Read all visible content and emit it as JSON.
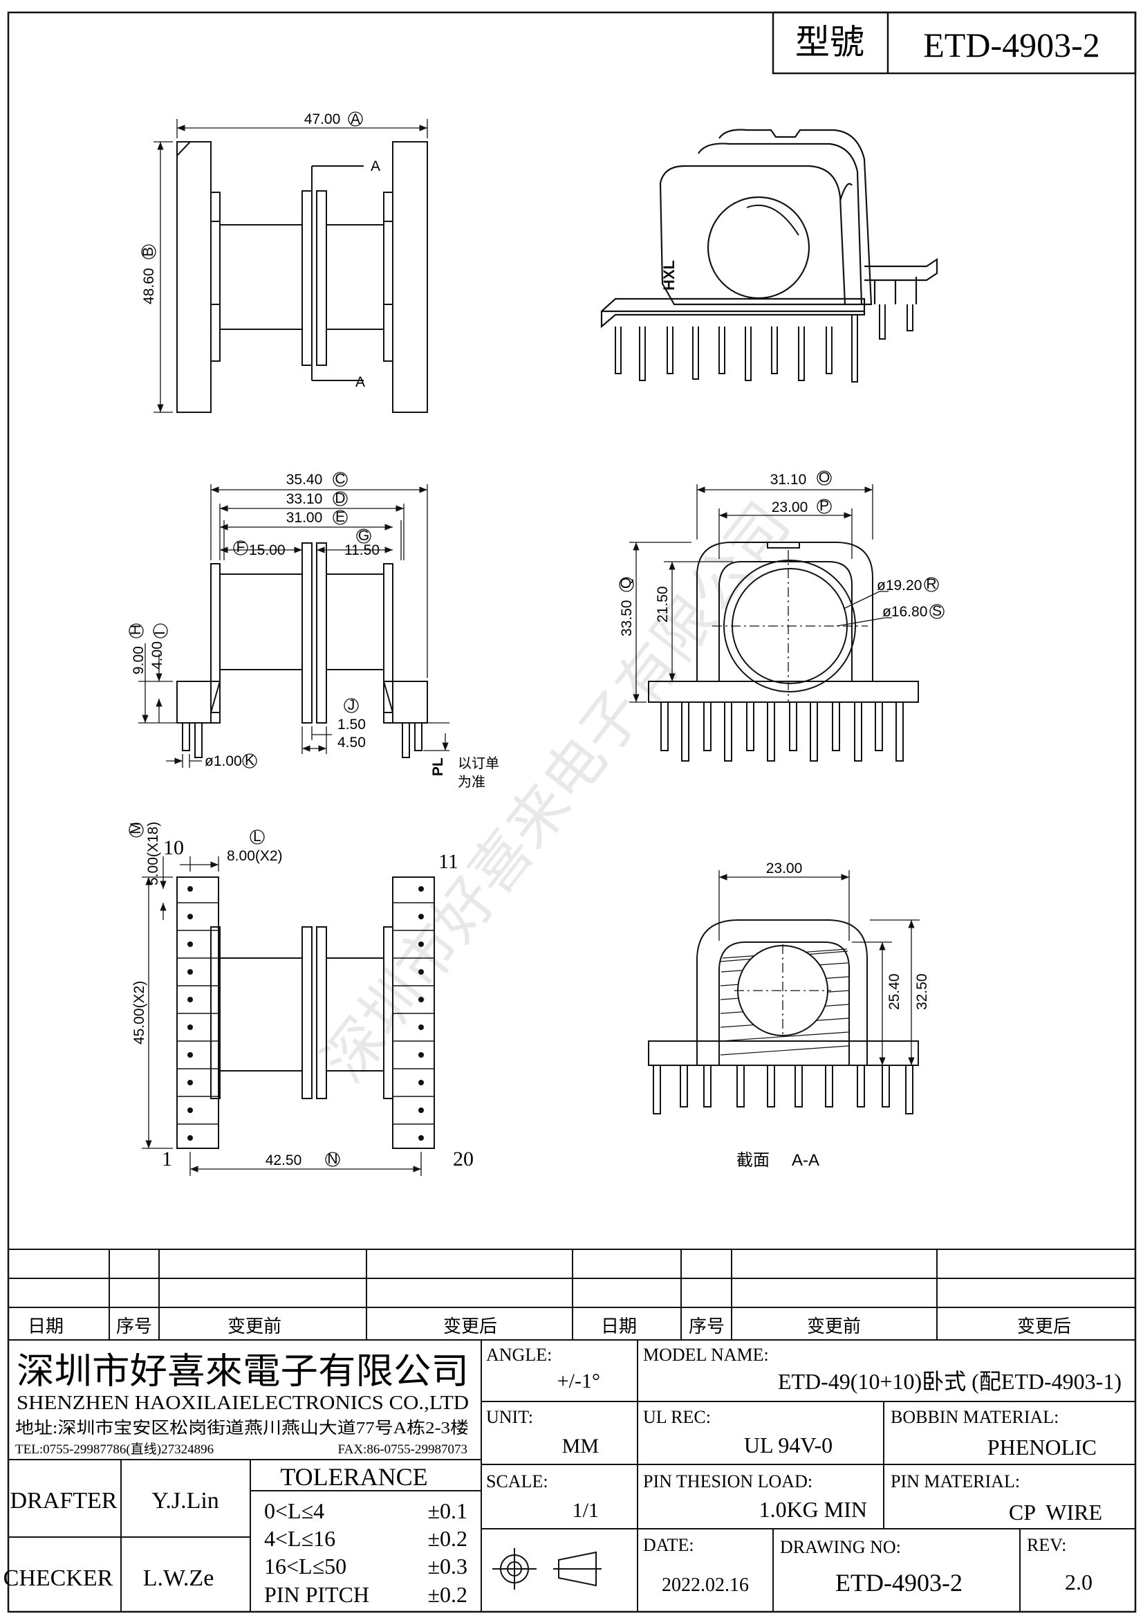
{
  "header": {
    "model_label": "型號",
    "model_value": "ETD-4903-2"
  },
  "top_view": {
    "dim_width": "47.00",
    "mark_width": "A",
    "dim_height": "48.60",
    "mark_height": "B",
    "section_mark_top": "A",
    "section_mark_bottom": "A"
  },
  "iso_view": {
    "brand": "HXL"
  },
  "front_view": {
    "dim_c": "35.40",
    "mark_c": "C",
    "dim_d": "33.10",
    "mark_d": "D",
    "dim_e": "31.00",
    "mark_e": "E",
    "dim_f": "15.00",
    "mark_f": "F",
    "dim_g": "11.50",
    "mark_g": "G",
    "dim_h": "9.00",
    "mark_h": "H",
    "dim_i": "4.00",
    "mark_i": "I",
    "dim_j1": "1.50",
    "mark_j": "J",
    "dim_j2": "4.50",
    "dim_k": "ø1.00",
    "mark_k": "K",
    "pl_label": "PL",
    "pl_note_1": "以订单",
    "pl_note_2": "为准"
  },
  "side_view": {
    "dim_o": "31.10",
    "mark_o": "O",
    "dim_p": "23.00",
    "mark_p": "P",
    "dim_q": "33.50",
    "mark_q": "Q",
    "dim_inner": "21.50",
    "dim_r": "ø19.20",
    "mark_r": "R",
    "dim_s": "ø16.80",
    "mark_s": "S"
  },
  "bottom_view": {
    "dim_m": "5.00(X18)",
    "mark_m": "M",
    "dim_l": "8.00(X2)",
    "mark_l": "L",
    "dim_height": "45.00(X2)",
    "dim_n": "42.50",
    "mark_n": "N",
    "pin_10": "10",
    "pin_11": "11",
    "pin_1": "1",
    "pin_20": "20"
  },
  "section_view": {
    "dim_width": "23.00",
    "dim_inner": "25.40",
    "dim_outer": "32.50",
    "caption_cn": "截面",
    "caption_mark": "A-A"
  },
  "watermark": "深圳市好喜来电子有限公司",
  "revision_table": {
    "headers": [
      "日期",
      "序号",
      "变更前",
      "变更后",
      "日期",
      "序号",
      "变更前",
      "变更后"
    ]
  },
  "company": {
    "name_cn": "深圳市好喜來電子有限公司",
    "name_en": "SHENZHEN HAOXILAIELECTRONICS CO.,LTD",
    "address": "地址:深圳市宝安区松岗街道燕川燕山大道77号A栋2-3楼",
    "tel": "TEL:0755-29987786(直线)27324896",
    "fax": "FAX:86-0755-29987073"
  },
  "title_block": {
    "angle_label": "ANGLE:",
    "angle_value": "+/-1°",
    "model_name_label": "MODEL NAME:",
    "model_name_value": "ETD-49(10+10)卧式 (配ETD-4903-1)",
    "unit_label": "UNIT:",
    "unit_value": "MM",
    "ul_rec_label": "UL REC:",
    "ul_rec_value": "UL 94V-0",
    "bobbin_material_label": "BOBBIN MATERIAL:",
    "bobbin_material_value": "PHENOLIC",
    "scale_label": "SCALE:",
    "scale_value": "1/1",
    "pin_tension_label": "PIN THESION LOAD:",
    "pin_tension_value": "1.0KG MIN",
    "pin_material_label": "PIN MATERIAL:",
    "pin_material_value": "CP  WIRE",
    "date_label": "DATE:",
    "date_value": "2022.02.16",
    "drawing_no_label": "DRAWING NO:",
    "drawing_no_value": "ETD-4903-2",
    "rev_label": "REV:",
    "rev_value": "2.0",
    "drafter_label": "DRAFTER",
    "drafter_value": "Y.J.Lin",
    "checker_label": "CHECKER",
    "checker_value": "L.W.Ze",
    "tolerance_title": "TOLERANCE",
    "tolerance_rows": [
      {
        "range": "0<L≤4",
        "value": "±0.1"
      },
      {
        "range": "4<L≤16",
        "value": "±0.2"
      },
      {
        "range": "16<L≤50",
        "value": "±0.3"
      },
      {
        "range": "PIN PITCH",
        "value": "±0.2"
      }
    ]
  }
}
